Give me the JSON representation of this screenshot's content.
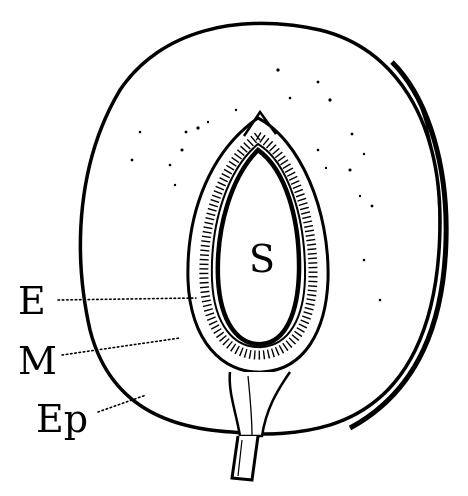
{
  "labels": {
    "seed": "S",
    "endocarp": "E",
    "mesocarp": "M",
    "epicarp": "Ep"
  },
  "colors": {
    "ink": "#000000",
    "paper": "#ffffff"
  }
}
